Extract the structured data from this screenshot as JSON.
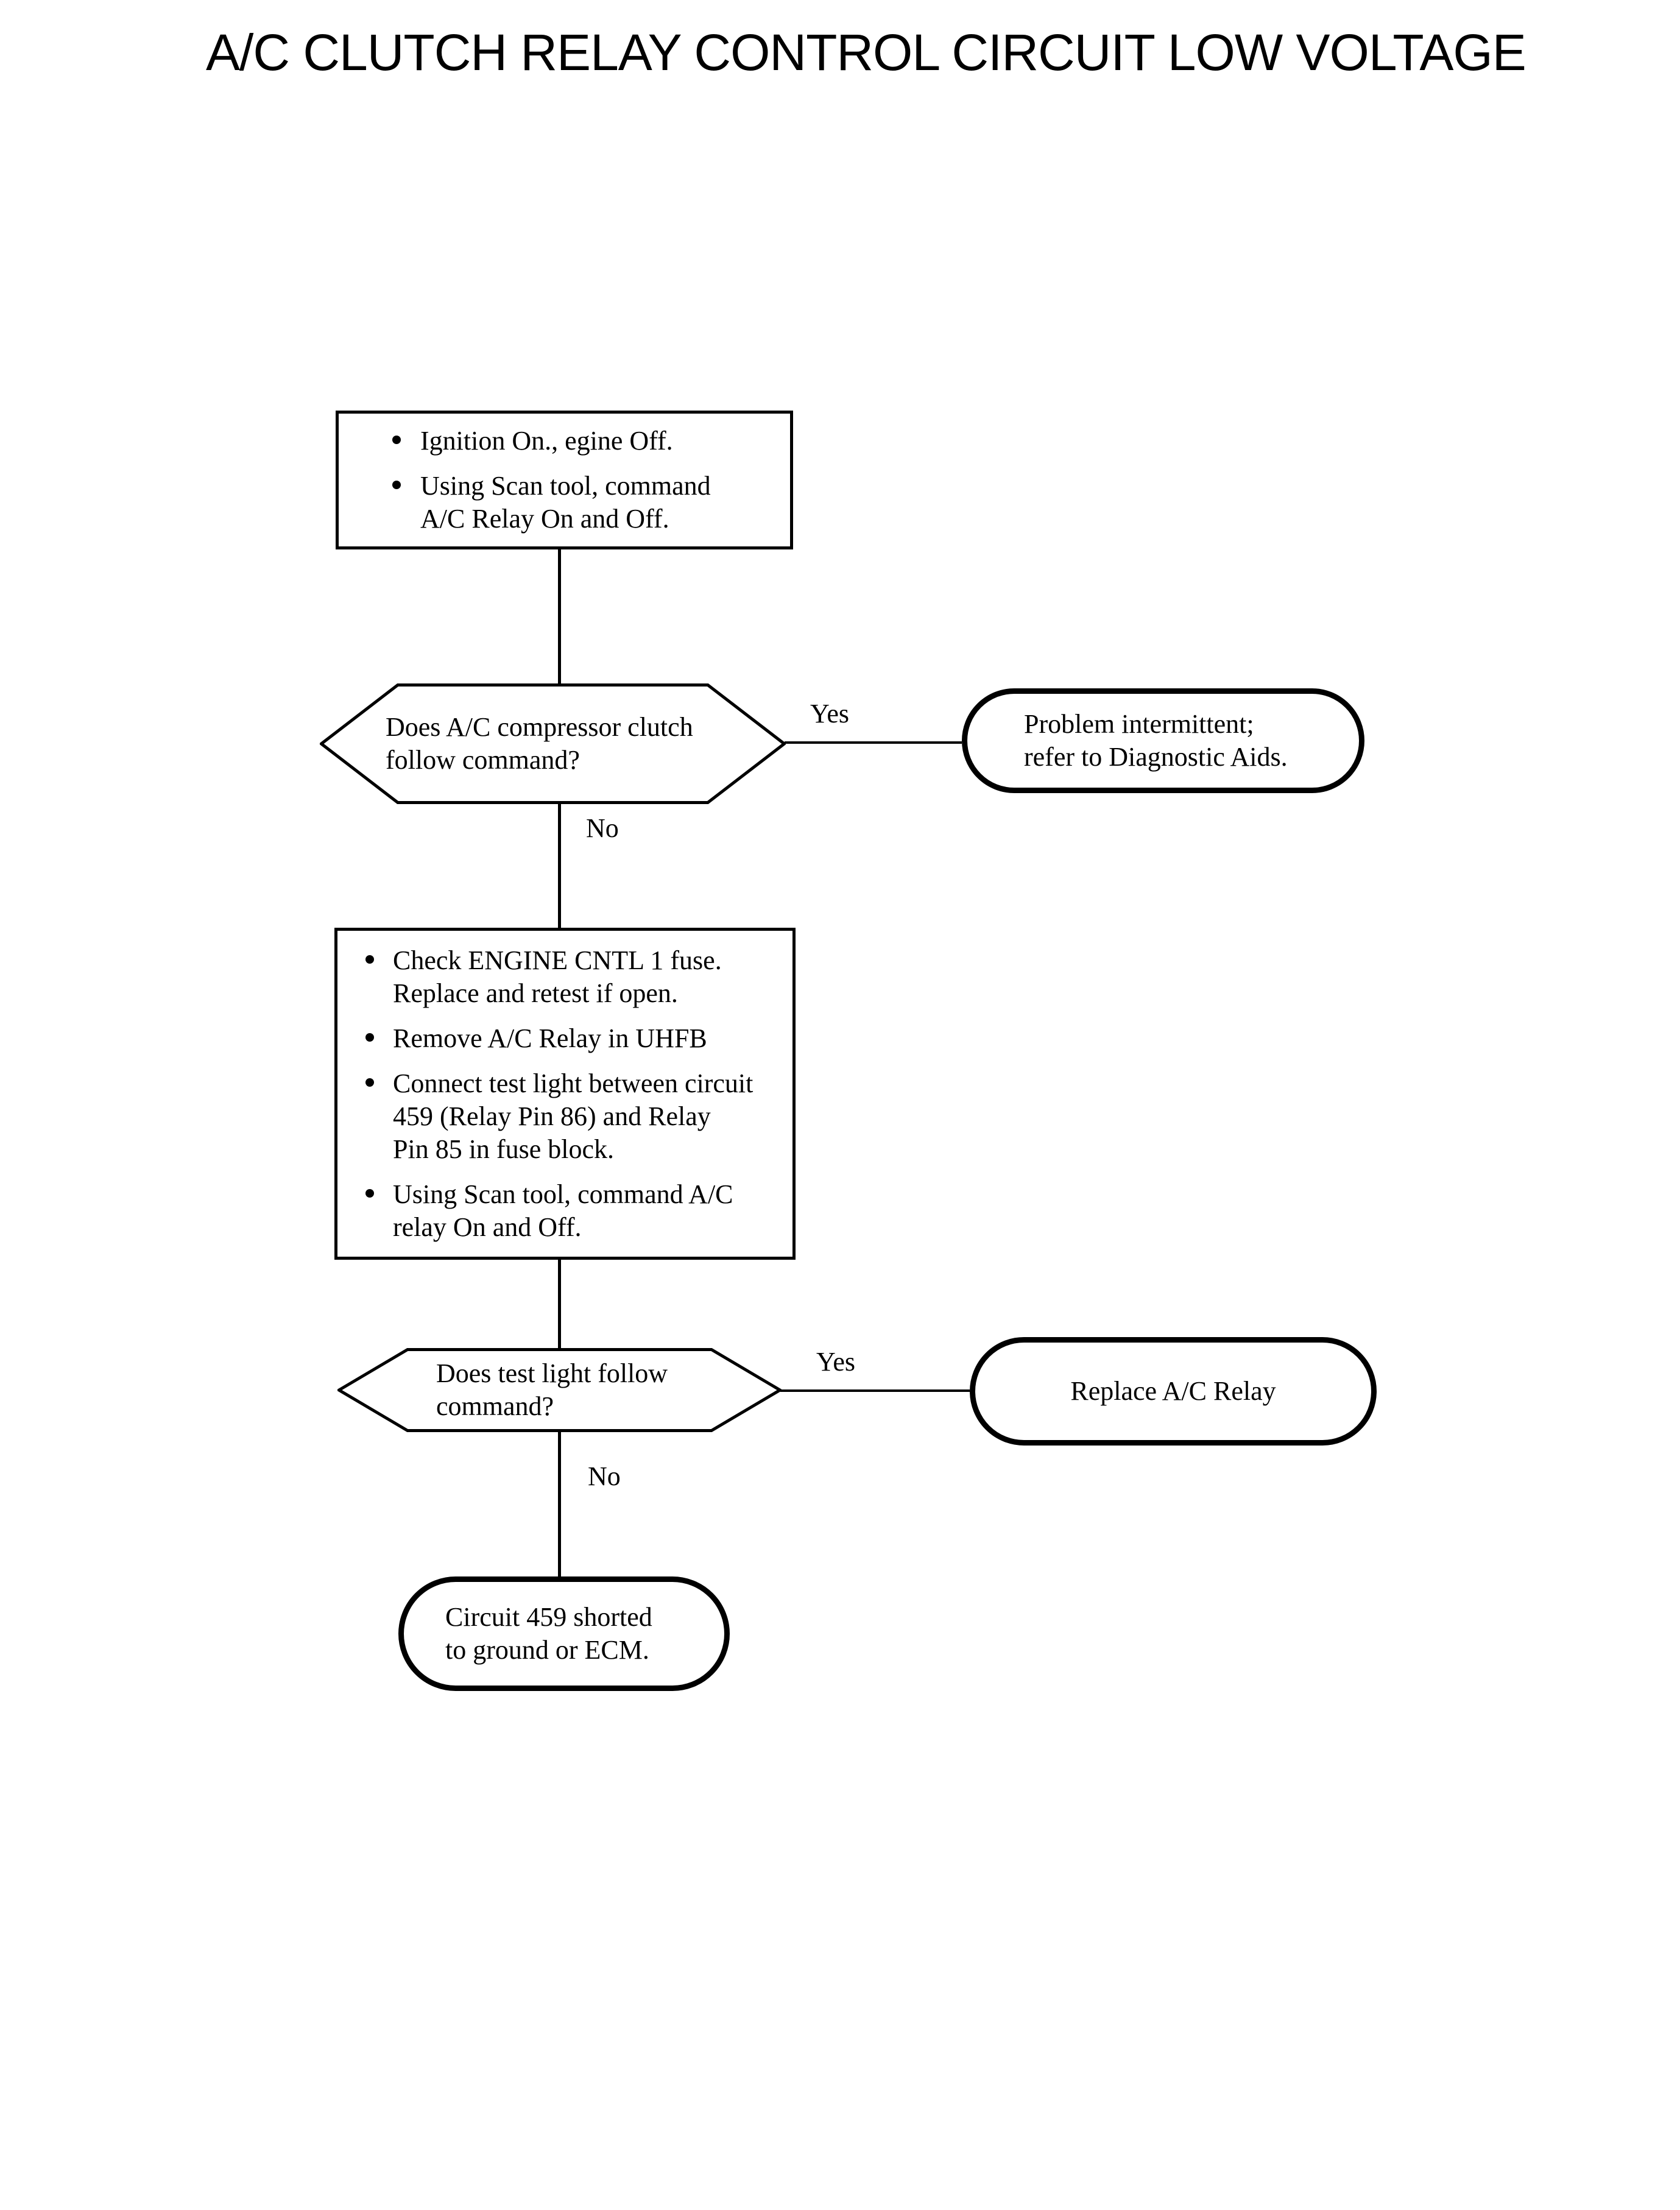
{
  "page": {
    "title": "A/C CLUTCH RELAY CONTROL CIRCUIT LOW VOLTAGE",
    "background_color": "#ffffff",
    "ink_color": "#000000"
  },
  "flow": {
    "step1": {
      "type": "process",
      "items": [
        {
          "lines": [
            "Ignition On., egine Off."
          ]
        },
        {
          "lines": [
            "Using Scan tool, command",
            "A/C Relay On and Off."
          ]
        }
      ]
    },
    "decision1": {
      "type": "decision",
      "lines": [
        "Does A/C compressor clutch",
        "follow command?"
      ],
      "yes_label": "Yes",
      "no_label": "No"
    },
    "terminal1": {
      "type": "terminal",
      "lines": [
        "Problem intermittent;",
        "refer to Diagnostic Aids."
      ]
    },
    "step2": {
      "type": "process",
      "items": [
        {
          "lines": [
            "Check ENGINE CNTL 1 fuse.",
            "Replace and retest if open."
          ]
        },
        {
          "lines": [
            "Remove A/C Relay in UHFB"
          ]
        },
        {
          "lines": [
            "Connect test light between circuit",
            "459 (Relay Pin 86) and Relay",
            "Pin 85 in fuse block."
          ]
        },
        {
          "lines": [
            "Using Scan tool, command A/C",
            "relay On and Off."
          ]
        }
      ]
    },
    "decision2": {
      "type": "decision",
      "lines": [
        "Does test light follow",
        "command?"
      ],
      "yes_label": "Yes",
      "no_label": "No"
    },
    "terminal2": {
      "type": "terminal",
      "lines": [
        "Replace A/C Relay"
      ]
    },
    "terminal3": {
      "type": "terminal",
      "lines": [
        "Circuit 459 shorted",
        "to ground or ECM."
      ]
    }
  }
}
